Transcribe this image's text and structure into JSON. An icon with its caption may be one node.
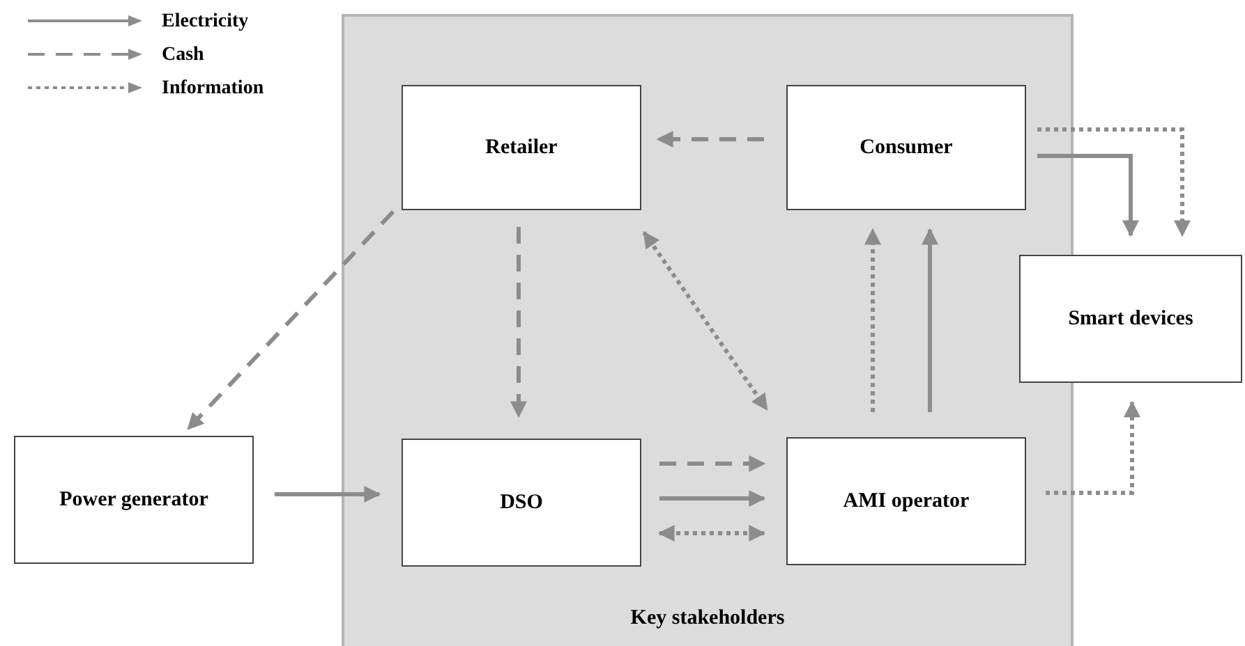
{
  "diagram": {
    "nodes": [
      {
        "text": [
          "Key stakeholders"
        ]
      },
      {
        "text": [
          "Retailer"
        ],
        "in": 0
      },
      {
        "text": [
          "Consumer"
        ],
        "in": 0
      },
      {
        "text": [
          "DSO"
        ],
        "in": 0
      },
      {
        "text": [
          "AMI operator"
        ],
        "in": 0
      },
      {
        "text": [
          "Smart devices"
        ]
      },
      {
        "text": [
          "Power generator"
        ]
      }
    ],
    "edges": [
      {
        "from": 2,
        "to": 1,
        "arrow": "to",
        "style": "dashed"
      },
      {
        "from": 1,
        "to": 6,
        "arrow": "to",
        "style": "dashed"
      },
      {
        "from": 1,
        "to": 3,
        "arrow": "to",
        "style": "dashed"
      },
      {
        "from": 1,
        "to": 4,
        "arrow": "both",
        "style": "dashed"
      },
      {
        "from": 4,
        "to": 2,
        "arrow": "to",
        "style": "dashed"
      },
      {
        "from": 4,
        "to": 2,
        "arrow": "to"
      },
      {
        "from": 2,
        "to": 5,
        "arrow": "to"
      },
      {
        "from": 2,
        "to": 5,
        "arrow": "to",
        "style": "dashed"
      },
      {
        "from": 4,
        "to": 5,
        "arrow": "to",
        "style": "dashed"
      },
      {
        "from": 6,
        "to": 3,
        "arrow": "to"
      },
      {
        "from": 3,
        "to": 4,
        "arrow": "to",
        "style": "dashed"
      },
      {
        "from": 3,
        "to": 4,
        "arrow": "to"
      },
      {
        "from": 3,
        "to": 4,
        "arrow": "both",
        "style": "dashed"
      }
    ],
    "legend": [
      {
        "text": "Electricity"
      },
      {
        "text": "Cash"
      },
      {
        "text": "Information"
      }
    ]
  }
}
